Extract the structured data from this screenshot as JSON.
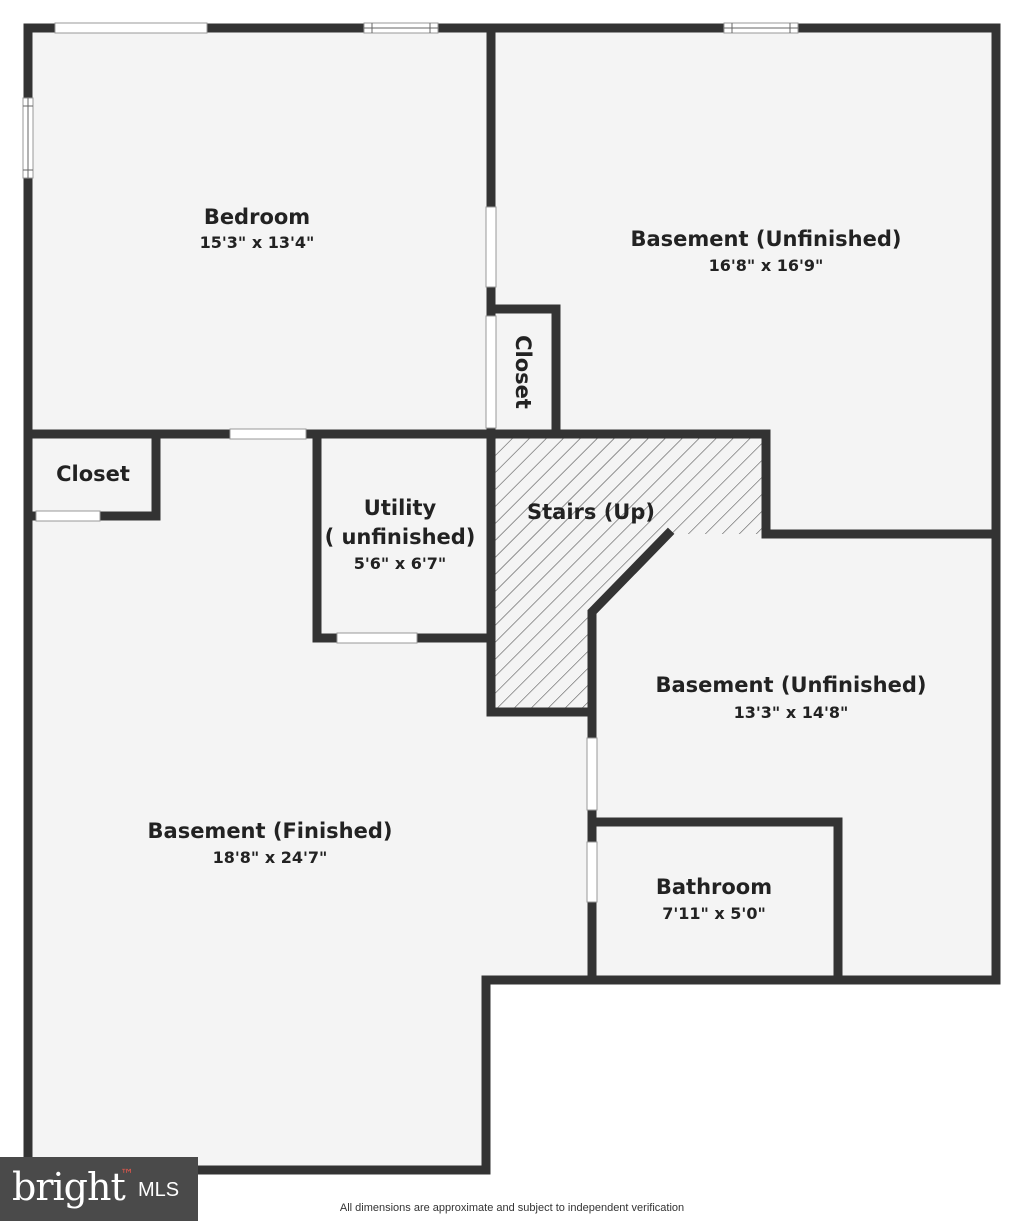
{
  "colors": {
    "floor": "#f4f4f4",
    "wall": "#333333",
    "opening": "#ffffff",
    "hatch": "#555555"
  },
  "rooms": {
    "bedroom": {
      "name": "Bedroom",
      "dims": "15'3\" x 13'4\""
    },
    "basement_unfinished_1": {
      "name": "Basement (Unfinished)",
      "dims": "16'8\" x 16'9\""
    },
    "closet_1": {
      "name": "Closet"
    },
    "closet_2": {
      "name": "Closet"
    },
    "utility": {
      "name_line1": "Utility",
      "name_line2": "( unfinished)",
      "dims": "5'6\" x 6'7\""
    },
    "stairs": {
      "name": "Stairs (Up)"
    },
    "basement_unfinished_2": {
      "name": "Basement (Unfinished)",
      "dims": "13'3\" x 14'8\""
    },
    "basement_finished": {
      "name": "Basement (Finished)",
      "dims": "18'8\" x 24'7\""
    },
    "bathroom": {
      "name": "Bathroom",
      "dims": "7'11\" x 5'0\""
    }
  },
  "disclaimer": "All dimensions are approximate and subject to independent verification",
  "logo": {
    "brand": "bright",
    "suffix": "MLS",
    "trademark": "™"
  }
}
